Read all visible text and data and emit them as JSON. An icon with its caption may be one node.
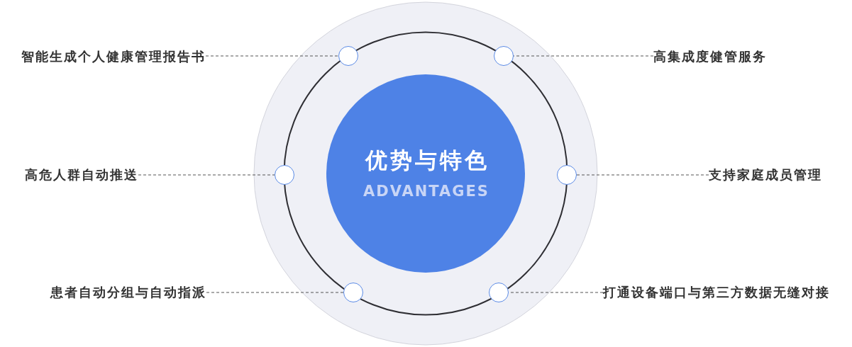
{
  "diagram": {
    "nodes": [
      {
        "text": [
          "优势与特色",
          "ADVANTAGES"
        ]
      },
      {
        "text": [
          "智能生成个人健康管理报告书"
        ]
      },
      {
        "text": [
          "高集成度健管服务"
        ]
      },
      {
        "text": [
          "高危人群自动推送"
        ]
      },
      {
        "text": [
          "支持家庭成员管理"
        ]
      },
      {
        "text": [
          "患者自动分组与自动指派"
        ]
      },
      {
        "text": [
          "打通设备端口与第三方数据无缝对接"
        ]
      },
      {
        "text": [],
        "shape": "circle"
      },
      {
        "text": [],
        "shape": "circle"
      },
      {
        "text": [],
        "shape": "circle"
      },
      {
        "text": [],
        "shape": "circle"
      },
      {
        "text": [],
        "shape": "circle"
      },
      {
        "text": [],
        "shape": "circle"
      }
    ],
    "edges": [
      {
        "from": 1,
        "to": 7,
        "arrow": "none",
        "style": "dashed"
      },
      {
        "from": 2,
        "to": 8,
        "arrow": "none",
        "style": "dashed"
      },
      {
        "from": 3,
        "to": 9,
        "arrow": "none",
        "style": "dashed"
      },
      {
        "from": 4,
        "to": 10,
        "arrow": "none",
        "style": "dashed"
      },
      {
        "from": 5,
        "to": 11,
        "arrow": "none",
        "style": "dashed"
      },
      {
        "from": 6,
        "to": 12,
        "arrow": "none",
        "style": "dashed"
      }
    ]
  }
}
